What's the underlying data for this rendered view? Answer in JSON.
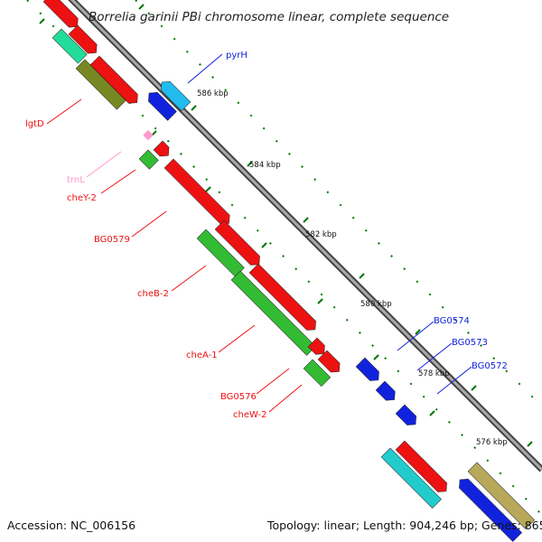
{
  "title": "Borrelia garinii PBi chromosome linear, complete sequence",
  "footer": {
    "accession": "Accession: NC_006156",
    "summary": "Topology: linear; Length: 904,246 bp; Genes: 865"
  },
  "colors": {
    "red": "#ee1111",
    "green": "#33bb33",
    "blue": "#1122dd",
    "light_blue": "#22bbee",
    "teal": "#22dd99",
    "olive": "#778822",
    "khaki": "#b8a85a",
    "cyan": "#22cccc",
    "pink": "#ff99cc",
    "ruler": "#007700"
  },
  "ticks": [
    {
      "label": "586 kbp"
    },
    {
      "label": "584 kbp"
    },
    {
      "label": "582 kbp"
    },
    {
      "label": "580 kbp"
    },
    {
      "label": "578 kbp"
    },
    {
      "label": "576 kbp"
    }
  ],
  "labels": {
    "pyrH": "pyrH",
    "lgtD": "lgtD",
    "trnL": "trnL",
    "cheY2": "cheY-2",
    "BG0579": "BG0579",
    "cheB2": "cheB-2",
    "cheA1": "cheA-1",
    "BG0576": "BG0576",
    "cheW2": "cheW-2",
    "BG0574": "BG0574",
    "BG0573": "BG0573",
    "BG0572": "BG0572"
  }
}
